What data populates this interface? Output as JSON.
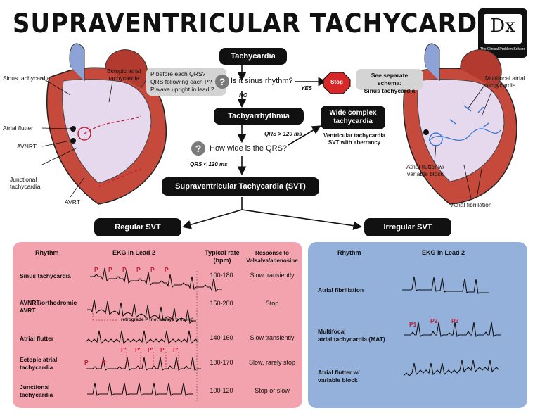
{
  "title": "SUPRAVENTRICULAR TACHYCARDIA",
  "logo": {
    "mark": "Dx",
    "sub": "The Clinical Problem Solvers"
  },
  "flow": {
    "tachycardia": "Tachycardia",
    "sinus_question": "Is it sinus rhythm?",
    "sinus_hints": [
      "P before each QRS?",
      "QRS following each P?",
      "P wave upright in lead 2"
    ],
    "yes": "YES",
    "stop": "Stop",
    "see_separate": [
      "See separate schema:",
      "Sinus tachycardia"
    ],
    "no": "NO",
    "tachyarrhythmia": "Tachyarrhythmia",
    "qrs_question": "How wide is the QRS?",
    "qrs_wide": "QRS > 120 ms",
    "wide_complex": [
      "Wide complex",
      "tachycardia"
    ],
    "wide_list": [
      "Ventricular tachycardia",
      "SVT with aberrancy"
    ],
    "qrs_narrow": "QRS < 120 ms",
    "svt": "Supraventricular Tachycardia (SVT)",
    "regular": "Regular SVT",
    "irregular": "Irregular SVT"
  },
  "left_heart_labels": {
    "sinus": "Sinus tachycardia",
    "ectopic": [
      "Ectopic atrial",
      "tachycardia"
    ],
    "flutter": "Atrial flutter",
    "avnrt": "AVNRT",
    "junctional": [
      "Junctional",
      "tachycardia"
    ],
    "avrt": "AVRT"
  },
  "right_heart_labels": {
    "mat": [
      "Multifocal atrial",
      "tachycardia"
    ],
    "flutter_var": [
      "Atrial flutter w/",
      "variable block"
    ],
    "afib": "Atrial fibrillation"
  },
  "regular_table": {
    "headers": {
      "rhythm": "Rhythm",
      "ekg": "EKG in Lead 2",
      "rate": [
        "Typical rate",
        "(bpm)"
      ],
      "response": [
        "Response to",
        "Valsalva/adenosine"
      ]
    },
    "rows": [
      {
        "name": [
          "Sinus tachycardia"
        ],
        "rate": "100-180",
        "response": "Slow transiently"
      },
      {
        "name": [
          "AVNRT/orthodromic",
          "AVRT"
        ],
        "rate": "150-200",
        "response": "Stop"
      },
      {
        "name": [
          "Atrial flutter"
        ],
        "rate": "140-160",
        "response": "Slow transiently"
      },
      {
        "name": [
          "Ectopic atrial",
          "tachycardia"
        ],
        "rate": "100-170",
        "response": "Slow, rarely stop"
      },
      {
        "name": [
          "Junctional",
          "tachycardia"
        ],
        "rate": "100-120",
        "response": "Stop or slow"
      }
    ],
    "retrograde_note": "retrograde P (not always present)",
    "p_label": "P",
    "p_prime": "P'"
  },
  "irregular_table": {
    "headers": {
      "rhythm": "Rhythm",
      "ekg": "EKG in Lead 2"
    },
    "rows": [
      {
        "name": [
          "Atrial fibrillation"
        ]
      },
      {
        "name": [
          "Multifocal",
          "atrial tachycardia (MAT)"
        ]
      },
      {
        "name": [
          "Atrial flutter w/",
          "variable block"
        ]
      }
    ],
    "mat_labels": [
      "P1",
      "P2",
      "P3"
    ]
  },
  "colors": {
    "regular_panel": "#f3a3ad",
    "irregular_panel": "#94b1dc",
    "accent": "#c0203a",
    "stop": "#d62828"
  }
}
